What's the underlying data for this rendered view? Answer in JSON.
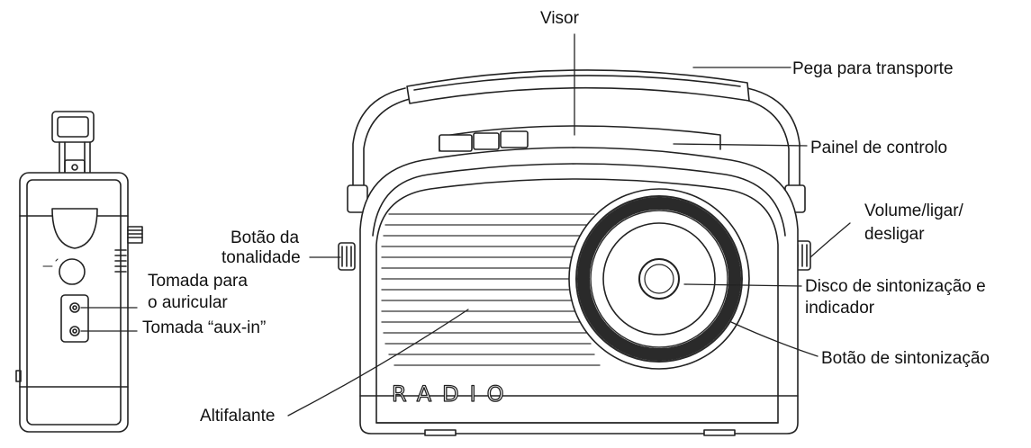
{
  "figure": {
    "brand_text": "RADIO",
    "labels": {
      "visor": "Visor",
      "pega": "Pega para transporte",
      "painel": "Painel de controlo",
      "volume_1": "Volume/ligar/",
      "volume_2": "desligar",
      "tonalidade_1": "Botão da",
      "tonalidade_2": "tonalidade",
      "auricular_1": "Tomada para",
      "auricular_2": "o auricular",
      "auxin": "Tomada “aux-in”",
      "disco_1": "Disco de sintonização e",
      "disco_2": "indicador",
      "sintonizacao": "Botão de sintonização",
      "altifalante": "Altifalante"
    }
  },
  "colors": {
    "line": "#222222",
    "fill": "#ffffff",
    "grille": "#333333",
    "dial_ring": "#2a2a2a"
  }
}
